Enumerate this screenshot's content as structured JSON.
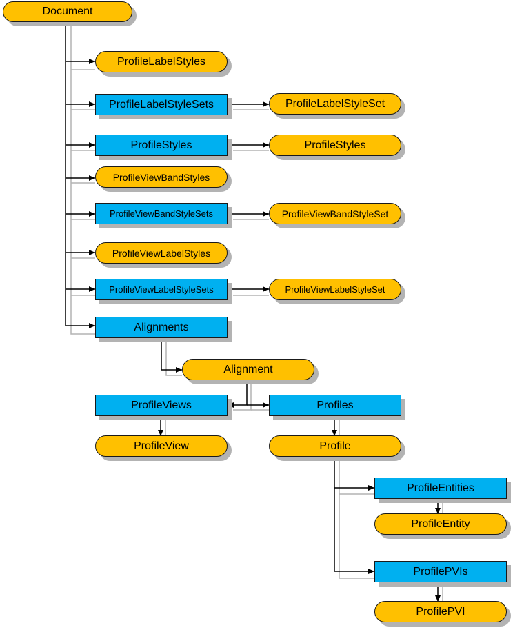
{
  "diagram": {
    "colors": {
      "object": "#ffc000",
      "collection": "#00b0f0",
      "line": "#000000",
      "shadow": "#b3b3b3"
    },
    "nodes": {
      "document": "Document",
      "profile_label_styles": "ProfileLabelStyles",
      "profile_label_style_sets": "ProfileLabelStyleSets",
      "profile_label_style_set": "ProfileLabelStyleSet",
      "profile_styles_collection": "ProfileStyles",
      "profile_styles_object": "ProfileStyles",
      "profile_view_band_styles": "ProfileViewBandStyles",
      "profile_view_band_style_sets": "ProfileViewBandStyleSets",
      "profile_view_band_style_set": "ProfileViewBandStyleSet",
      "profile_view_label_styles": "ProfileViewLabelStyles",
      "profile_view_label_style_sets": "ProfileViewLabelStyleSets",
      "profile_view_label_style_set": "ProfileViewLabelStyleSet",
      "alignments": "Alignments",
      "alignment": "Alignment",
      "profile_views": "ProfileViews",
      "profile_view": "ProfileView",
      "profiles": "Profiles",
      "profile": "Profile",
      "profile_entities": "ProfileEntities",
      "profile_entity": "ProfileEntity",
      "profile_pvis": "ProfilePVIs",
      "profile_pvi": "ProfilePVI"
    }
  }
}
